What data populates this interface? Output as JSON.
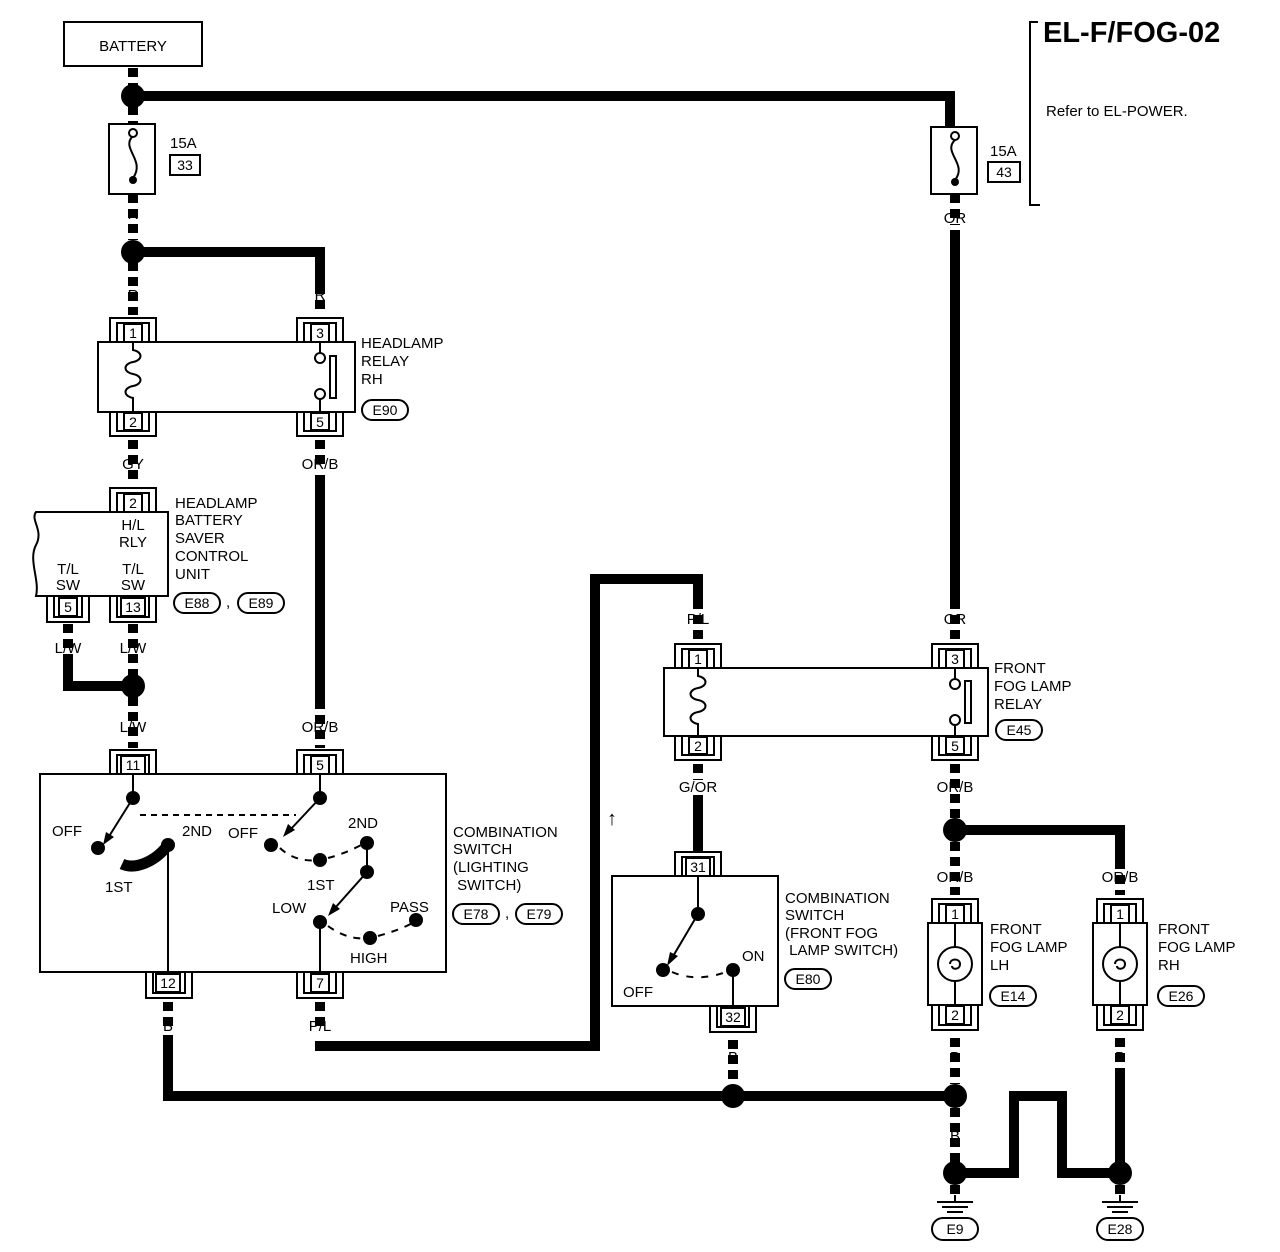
{
  "title": "EL-F/FOG-02",
  "note": "Refer to EL-POWER.",
  "battery": "BATTERY",
  "fuses": {
    "left": {
      "rating": "15A",
      "number": "33"
    },
    "right": {
      "rating": "15A",
      "number": "43"
    }
  },
  "wire_colors": {
    "r1": "R",
    "r2": "R",
    "r3": "R",
    "or1": "OR",
    "or2": "OR",
    "gy": "GY",
    "orb1": "OR/B",
    "orb2": "OR/B",
    "orb3": "OR/B",
    "orb4": "OR/B",
    "orb5": "OR/B",
    "lw1": "L/W",
    "lw2": "L/W",
    "lw3": "L/W",
    "b1": "B",
    "b2": "B",
    "b3": "B",
    "b4": "B",
    "b5": "B",
    "b6": "B",
    "b7": "B",
    "b8": "B",
    "pl1": "P/L",
    "pl2": "P/L",
    "gor": "G/OR"
  },
  "headlamp_relay": {
    "name_lines": [
      "HEADLAMP",
      "RELAY",
      "RH"
    ],
    "connector": "E90",
    "pins": {
      "p1": "1",
      "p2": "2",
      "p3": "3",
      "p5": "5"
    }
  },
  "battery_saver": {
    "name_lines": [
      "HEADLAMP",
      "BATTERY",
      "SAVER",
      "CONTROL",
      "UNIT"
    ],
    "internal": {
      "hl1": "H/L",
      "hl2": "RLY",
      "tla1": "T/L",
      "tla2": "SW",
      "tlb1": "T/L",
      "tlb2": "SW"
    },
    "pins": {
      "p2": "2",
      "p5": "5",
      "p13": "13"
    },
    "connectors": [
      "E88",
      "E89"
    ],
    "sep": ","
  },
  "lighting_switch": {
    "name_lines": [
      "COMBINATION",
      "SWITCH",
      "(LIGHTING",
      " SWITCH)"
    ],
    "connectors": [
      "E78",
      "E79"
    ],
    "sep": ",",
    "pins": {
      "p11": "11",
      "p5": "5",
      "p12": "12",
      "p7": "7"
    },
    "positions": {
      "off1": "OFF",
      "second1": "2ND",
      "first1": "1ST",
      "off2": "OFF",
      "second2": "2ND",
      "first2": "1ST",
      "low": "LOW",
      "pass": "PASS",
      "high": "HIGH"
    }
  },
  "fog_relay": {
    "name_lines": [
      "FRONT",
      "FOG LAMP",
      "RELAY"
    ],
    "connector": "E45",
    "pins": {
      "p1": "1",
      "p2": "2",
      "p3": "3",
      "p5": "5"
    }
  },
  "fog_switch": {
    "name_lines": [
      "COMBINATION",
      "SWITCH",
      "(FRONT FOG",
      " LAMP SWITCH)"
    ],
    "connector": "E80",
    "pins": {
      "p31": "31",
      "p32": "32"
    },
    "positions": {
      "off": "OFF",
      "on": "ON"
    }
  },
  "fog_lamp_lh": {
    "name_lines": [
      "FRONT",
      "FOG LAMP",
      "LH"
    ],
    "connector": "E14",
    "pins": {
      "p1": "1",
      "p2": "2"
    }
  },
  "fog_lamp_rh": {
    "name_lines": [
      "FRONT",
      "FOG LAMP",
      "RH"
    ],
    "connector": "E26",
    "pins": {
      "p1": "1",
      "p2": "2"
    }
  },
  "grounds": [
    "E9",
    "E28"
  ],
  "arrow": "↑"
}
